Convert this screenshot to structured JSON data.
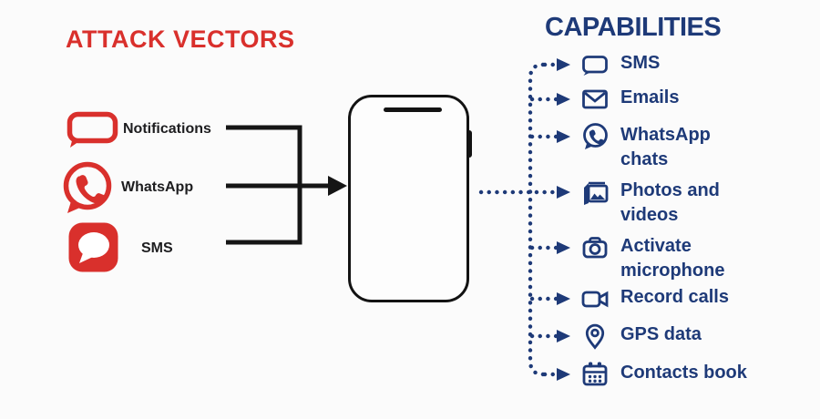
{
  "colors": {
    "attack_red": "#d9302c",
    "capability_navy": "#1e3a78",
    "connector_black": "#151515",
    "background": "#fbfbfb"
  },
  "left": {
    "title": "ATTACK VECTORS",
    "items": [
      {
        "icon": "notification-bubble-icon",
        "label": "Notifications"
      },
      {
        "icon": "whatsapp-icon",
        "label": "WhatsApp"
      },
      {
        "icon": "sms-bubble-icon",
        "label": "SMS"
      }
    ]
  },
  "center": {
    "object": "smartphone"
  },
  "right": {
    "title": "CAPABILITIES",
    "items": [
      {
        "icon": "sms-icon",
        "label": "SMS",
        "lines": [
          "SMS"
        ]
      },
      {
        "icon": "email-icon",
        "label": "Emails",
        "lines": [
          "Emails"
        ]
      },
      {
        "icon": "whatsapp-icon",
        "label": "WhatsApp chats",
        "lines": [
          "WhatsApp",
          "chats"
        ]
      },
      {
        "icon": "photos-icon",
        "label": "Photos and videos",
        "lines": [
          "Photos and",
          "videos"
        ]
      },
      {
        "icon": "camera-icon",
        "label": "Activate microphone",
        "lines": [
          "Activate",
          "microphone"
        ]
      },
      {
        "icon": "video-camera-icon",
        "label": "Record calls",
        "lines": [
          "Record calls"
        ]
      },
      {
        "icon": "location-pin-icon",
        "label": "GPS data",
        "lines": [
          "GPS data"
        ]
      },
      {
        "icon": "contacts-book-icon",
        "label": "Contacts book",
        "lines": [
          "Contacts book"
        ]
      }
    ]
  }
}
